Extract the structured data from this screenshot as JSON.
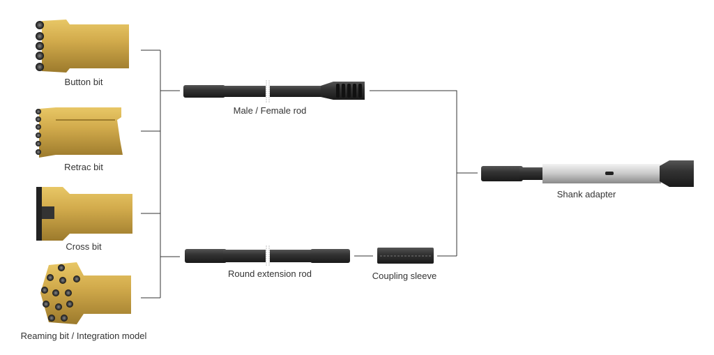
{
  "colors": {
    "gold": "#c9a243",
    "steel": "#2b2b2b",
    "line": "#333333"
  },
  "bits": [
    {
      "label": "Button bit"
    },
    {
      "label": "Retrac bit"
    },
    {
      "label": "Cross bit"
    },
    {
      "label": "Reaming bit / Integration model"
    }
  ],
  "rods": [
    {
      "label": "Male / Female rod"
    },
    {
      "label": "Round extension rod"
    }
  ],
  "coupling": {
    "label": "Coupling sleeve"
  },
  "shank": {
    "label": "Shank adapter"
  }
}
